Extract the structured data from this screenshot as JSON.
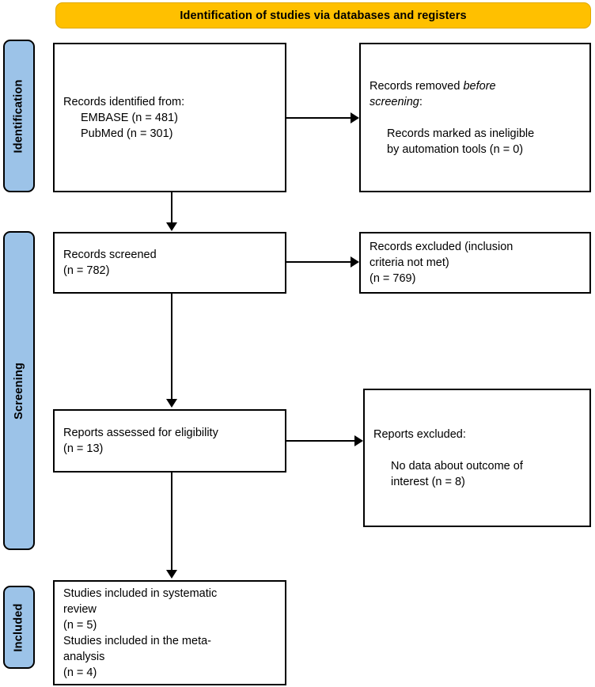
{
  "diagram": {
    "type": "PRISMA flow diagram",
    "banner": {
      "label": "Identification of studies via databases and registers"
    },
    "colors": {
      "banner_fill": "#FFC000",
      "band_fill": "#9CC3E8",
      "box_fill": "#FFFFFF",
      "stroke": "#000000"
    },
    "phase_bands": [
      {
        "label": "Identification"
      },
      {
        "label": "Screening"
      },
      {
        "label": "Included"
      }
    ],
    "boxes": {
      "records_identified": {
        "line1": "Records identified from:",
        "line2": "EMBASE (n = 481)",
        "line3": "PubMed (n = 301)"
      },
      "records_removed": {
        "line1_a": "Records removed ",
        "line1_b": "before",
        "line2_a": "screening",
        "line2_b": ":",
        "line3": "Records marked as ineligible",
        "line4": "by automation tools (n = 0)"
      },
      "records_screened": {
        "line1": "Records screened",
        "line2": "(n = 782)"
      },
      "records_excluded": {
        "line1": "Records excluded (inclusion",
        "line2": "criteria not met)",
        "line3": "(n = 769)"
      },
      "reports_assessed": {
        "line1": "Reports assessed for eligibility",
        "line2": "(n = 13)"
      },
      "reports_excluded": {
        "line1": "Reports excluded:",
        "line2": "No data about outcome of",
        "line3": "interest (n = 8)"
      },
      "studies_included": {
        "line1": "Studies included in systematic",
        "line2": "review",
        "line3": "(n = 5)",
        "line4": "Studies included in the meta-",
        "line5": "analysis",
        "line6": "(n = 4)"
      }
    },
    "counts": {
      "embase": 481,
      "pubmed": 301,
      "removed_automation": 0,
      "screened": 782,
      "excluded_criteria": 769,
      "assessed": 13,
      "excluded_no_outcome": 8,
      "included_systematic_review": 5,
      "included_meta_analysis": 4
    }
  }
}
